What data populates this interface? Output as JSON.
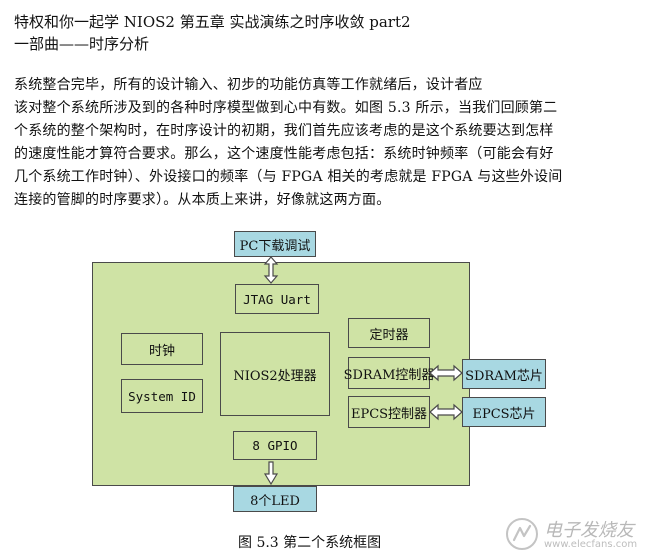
{
  "header": {
    "title_line1": "特权和你一起学 NIOS2  第五章  实战演练之时序收敛   part2",
    "title_line2": "一部曲——时序分析"
  },
  "body_text": [
    "        系统整合完毕，所有的设计输入、初步的功能仿真等工作就绪后，设计者应",
    "该对整个系统所涉及到的各种时序模型做到心中有数。如图 5.3 所示，当我们回顾第二",
    "个系统的整个架构时，在时序设计的初期，我们首先应该考虑的是这个系统要达到怎样",
    "的速度性能才算符合要求。那么，这个速度性能考虑包括：系统时钟频率（可能会有好",
    "几个系统工作时钟）、外设接口的频率（与 FPGA 相关的考虑就是 FPGA 与这些外设间",
    "连接的管脚的时序要求）。从本质上来讲，好像就这两方面。"
  ],
  "diagram": {
    "colors": {
      "board": "#cfe3a5",
      "external": "#a8d8e2",
      "stroke": "#4a4a4a"
    },
    "pc_debug": "PC下载调试",
    "jtag_uart": "JTAG Uart",
    "clock": "时钟",
    "system_id": "System ID",
    "nios2": "NIOS2处理器",
    "timer": "定时器",
    "sdram_ctrl": "SDRAM控制器",
    "epcs_ctrl": "EPCS控制器",
    "gpio": "8 GPIO",
    "led": "8个LED",
    "sdram_chip": "SDRAM芯片",
    "epcs_chip": "EPCS芯片"
  },
  "caption": "图 5.3  第二个系统框图",
  "watermark": {
    "text": "电子发烧友",
    "url": "www.elecfans.com"
  }
}
